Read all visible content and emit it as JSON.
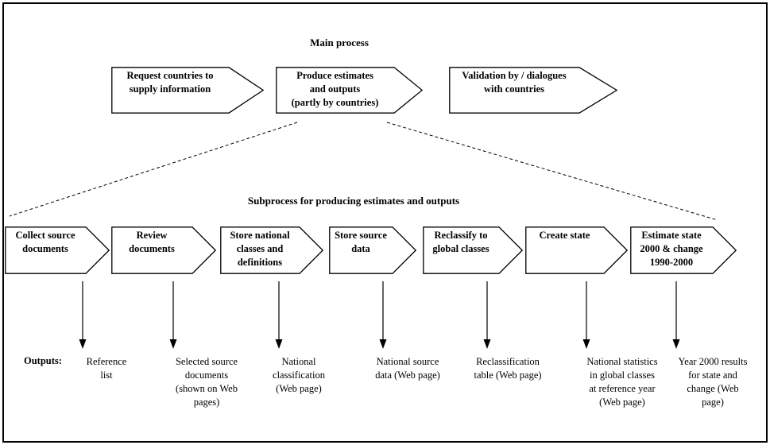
{
  "diagram": {
    "main_process": {
      "title": "Main process",
      "steps": [
        {
          "label": "Request countries to\nsupply information"
        },
        {
          "label": "Produce estimates\nand outputs\n(partly by countries)"
        },
        {
          "label": "Validation by / dialogues\nwith countries"
        }
      ]
    },
    "subprocess": {
      "title": "Subprocess for producing estimates and outputs",
      "steps": [
        {
          "label": "Collect source\ndocuments",
          "output": "Reference\nlist"
        },
        {
          "label": "Review\ndocuments",
          "output": "Selected source\ndocuments\n(shown on Web\npages)"
        },
        {
          "label": "Store national\nclasses and\ndefinitions",
          "output": "National\nclassification\n(Web page)"
        },
        {
          "label": "Store source\ndata",
          "output": "National source\ndata (Web page)"
        },
        {
          "label": "Reclassify to\nglobal classes",
          "output": "Reclassification\ntable (Web page)"
        },
        {
          "label": "Create state",
          "output": "National statistics\nin global classes\nat reference year\n(Web page)"
        },
        {
          "label": "Estimate state\n2000 & change\n1990-2000",
          "output": "Year 2000 results\nfor state and\nchange (Web\npage)"
        }
      ]
    },
    "outputs_label": "Outputs:",
    "colors": {
      "ink": "#000000",
      "background": "#ffffff"
    }
  }
}
